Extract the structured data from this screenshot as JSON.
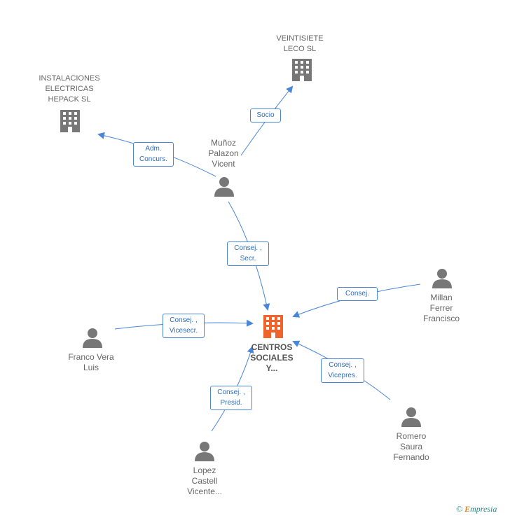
{
  "nodes": {
    "center": {
      "label": "CENTROS\nSOCIALES\nY...",
      "icon": "building-icon",
      "color": "#f0632b"
    },
    "veintisiete": {
      "label": "VEINTISIETE\nLECO SL",
      "icon": "building-icon",
      "color": "#777777"
    },
    "hepack": {
      "label": "INSTALACIONES\nELECTRICAS\nHEPACK SL",
      "icon": "building-icon",
      "color": "#777777"
    },
    "munoz": {
      "label": "Muñoz\nPalazon\nVicent",
      "icon": "person-icon",
      "color": "#777777"
    },
    "millan": {
      "label": "Millan\nFerrer\nFrancisco",
      "icon": "person-icon",
      "color": "#777777"
    },
    "franco": {
      "label": "Franco Vera\nLuis",
      "icon": "person-icon",
      "color": "#777777"
    },
    "romero": {
      "label": "Romero\nSaura\nFernando",
      "icon": "person-icon",
      "color": "#777777"
    },
    "lopez": {
      "label": "Lopez\nCastell\nVicente...",
      "icon": "person-icon",
      "color": "#777777"
    }
  },
  "edges": {
    "munoz_veintisiete": "Socio",
    "munoz_hepack": "Adm.\nConcurs.",
    "munoz_center": "Consej. ,\nSecr.",
    "millan_center": "Consej.",
    "franco_center": "Consej. ,\nVicesecr.",
    "romero_center": "Consej. ,\nVicepres.",
    "lopez_center": "Consej. ,\nPresid."
  },
  "colors": {
    "edge": "#4a86d8",
    "accent": "#f0632b"
  },
  "brand": {
    "copyright": "©",
    "name": "mpresia",
    "initial": "E"
  }
}
